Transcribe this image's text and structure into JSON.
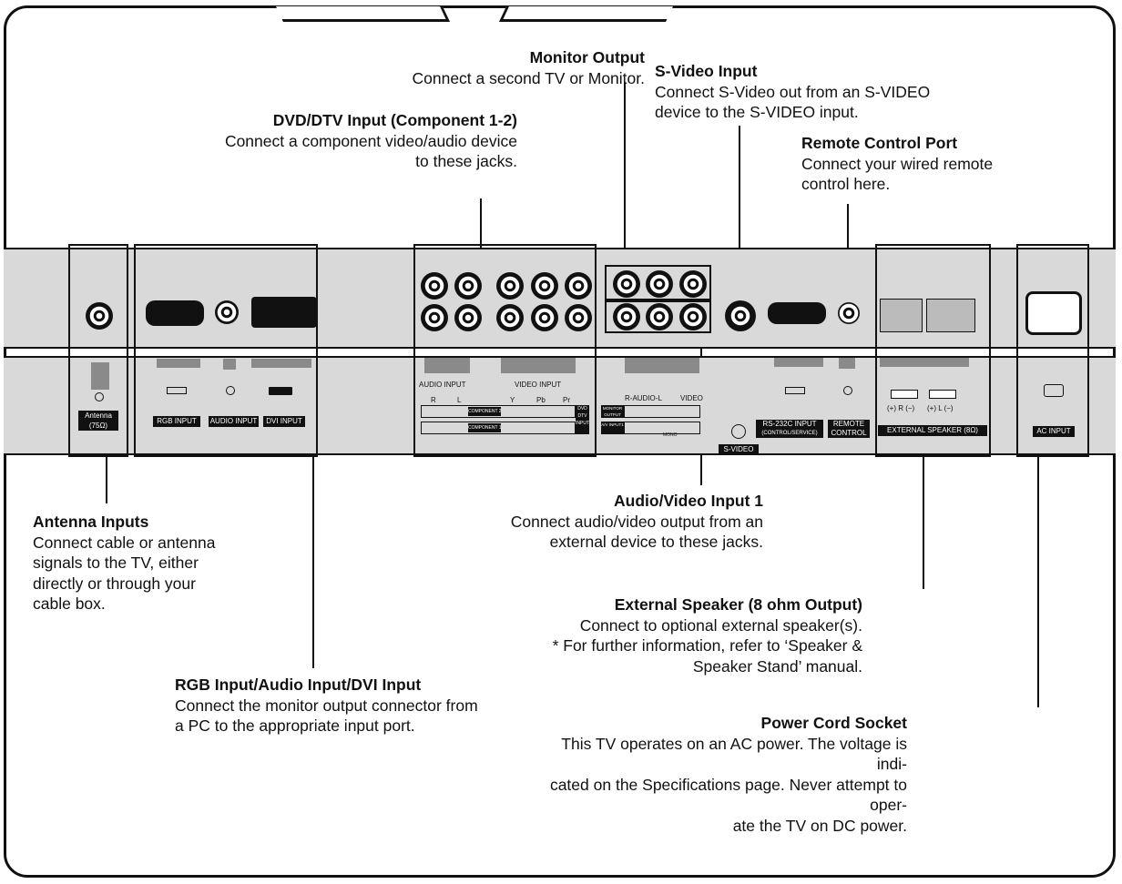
{
  "callouts": {
    "monitor_output": {
      "title": "Monitor Output",
      "lines": [
        "Connect a second TV or Monitor."
      ]
    },
    "svideo_input": {
      "title": "S-Video Input",
      "lines": [
        "Connect S-Video out from an S-VIDEO",
        "device to the S-VIDEO input."
      ]
    },
    "dvd_dtv_input": {
      "title": "DVD/DTV Input (Component 1-2)",
      "lines": [
        "Connect a component video/audio device",
        "to these jacks."
      ]
    },
    "remote_control_port": {
      "title": "Remote Control Port",
      "lines": [
        "Connect your wired remote",
        "control here."
      ]
    },
    "antenna_inputs": {
      "title": "Antenna Inputs",
      "lines": [
        "Connect cable or antenna",
        "signals to the TV, either",
        "directly or through your",
        "cable box."
      ]
    },
    "av_input_1": {
      "title": "Audio/Video Input 1",
      "lines": [
        "Connect audio/video output from an",
        "external device to these jacks."
      ]
    },
    "external_speaker": {
      "title": "External Speaker (8 ohm Output)",
      "lines": [
        "Connect to optional external speaker(s).",
        "* For further information, refer to ‘Speaker &",
        "Speaker Stand’ manual."
      ]
    },
    "rgb_audio_dvi": {
      "title": "RGB Input/Audio Input/DVI Input",
      "lines": [
        "Connect the monitor output connector from",
        "a PC to the appropriate input port."
      ]
    },
    "power_cord": {
      "title": "Power Cord Socket",
      "lines": [
        "This TV operates on an AC power. The voltage is indi-",
        "cated on the Specifications page. Never attempt to oper-",
        "ate the TV on DC power."
      ]
    }
  },
  "panel_labels": {
    "antenna": "Antenna",
    "antenna_ohm": "(75Ω)",
    "rgb_input": "RGB INPUT",
    "audio_input_pc": "AUDIO INPUT",
    "dvi_input": "DVI INPUT",
    "audio_input": "AUDIO INPUT",
    "video_input": "VIDEO INPUT",
    "r": "R",
    "l": "L",
    "y": "Y",
    "pb": "Pb",
    "pr": "Pr",
    "component2": "COMPONENT 2",
    "component1": "COMPONENT 1",
    "dvd_dtv_input": "DVD DTV INPUT",
    "audio": "R-AUDIO-L",
    "video": "VIDEO",
    "monitor_output": "MONITOR OUTPUT",
    "av_input1": "A/V INPUT1",
    "mono": "MONO",
    "svideo": "S-VIDEO",
    "rs232c": "RS-232C INPUT",
    "control_service": "(CONTROL/SERVICE)",
    "remote_control": "REMOTE CONTROL",
    "speaker_polarity_r": "(+) R (−)",
    "speaker_polarity_l": "(+) L (−)",
    "external_speaker": "EXTERNAL SPEAKER (8Ω)",
    "ac_input": "AC INPUT"
  }
}
